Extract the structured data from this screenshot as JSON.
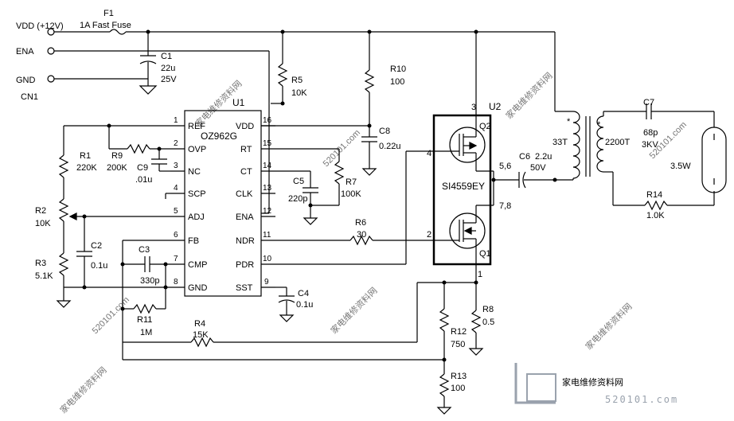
{
  "connector": {
    "ref": "CN1",
    "vdd": "VDD (+12V)",
    "ena": "ENA",
    "gnd": "GND"
  },
  "fuse": {
    "ref": "F1",
    "value": "1A Fast Fuse"
  },
  "ic_u1": {
    "ref": "U1",
    "part": "OZ962G",
    "left_pins": [
      {
        "num": "1",
        "name": "REF"
      },
      {
        "num": "2",
        "name": "OVP"
      },
      {
        "num": "3",
        "name": "NC"
      },
      {
        "num": "4",
        "name": "SCP"
      },
      {
        "num": "5",
        "name": "ADJ"
      },
      {
        "num": "6",
        "name": "FB"
      },
      {
        "num": "7",
        "name": "CMP"
      },
      {
        "num": "8",
        "name": "GND"
      }
    ],
    "right_pins": [
      {
        "num": "16",
        "name": "VDD"
      },
      {
        "num": "15",
        "name": "RT"
      },
      {
        "num": "14",
        "name": "CT"
      },
      {
        "num": "13",
        "name": "CLK"
      },
      {
        "num": "12",
        "name": "ENA"
      },
      {
        "num": "11",
        "name": "NDR"
      },
      {
        "num": "10",
        "name": "PDR"
      },
      {
        "num": "9",
        "name": "SST"
      }
    ]
  },
  "ic_u2": {
    "ref": "U2",
    "part": "SI4559EY",
    "q_top": "Q2",
    "q_bottom": "Q1",
    "pin3": "3",
    "pin4": "4",
    "pin56": "5,6",
    "pin2": "2",
    "pin78": "7,8",
    "pin1": "1"
  },
  "components": {
    "c1": {
      "ref": "C1",
      "v1": "22u",
      "v2": "25V"
    },
    "r5": {
      "ref": "R5",
      "value": "10K"
    },
    "r10": {
      "ref": "R10",
      "value": "100"
    },
    "c8": {
      "ref": "C8",
      "value": "0.22u"
    },
    "r1": {
      "ref": "R1",
      "value": "220K"
    },
    "r9": {
      "ref": "R9",
      "value": "200K"
    },
    "c9": {
      "ref": "C9",
      "value": ".01u"
    },
    "r7": {
      "ref": "R7",
      "value": "100K"
    },
    "c5": {
      "ref": "C5",
      "value": "220p"
    },
    "r2": {
      "ref": "R2",
      "value": "10K"
    },
    "c2": {
      "ref": "C2",
      "value": "0.1u"
    },
    "r3": {
      "ref": "R3",
      "value": "5.1K"
    },
    "c3": {
      "ref": "C3",
      "value": "330p"
    },
    "r11": {
      "ref": "R11",
      "value": "1M"
    },
    "r4": {
      "ref": "R4",
      "value": "15K"
    },
    "r6": {
      "ref": "R6",
      "value": "30"
    },
    "c4": {
      "ref": "C4",
      "value": "0.1u"
    },
    "c6": {
      "ref": "C6",
      "value": "2.2u",
      "v2": "50V"
    },
    "r8": {
      "ref": "R8",
      "value": "0.5"
    },
    "r12": {
      "ref": "R12",
      "value": "750"
    },
    "r13": {
      "ref": "R13",
      "value": "100"
    },
    "c7": {
      "ref": "C7",
      "value": "68p",
      "v2": "3KV"
    },
    "r14": {
      "ref": "R14",
      "value": "1.0K"
    },
    "t1": {
      "primary": "33T",
      "secondary": "2200T",
      "dot": "*"
    },
    "lamp": {
      "value": "3.5W"
    }
  },
  "watermark": {
    "text_cn": "家电维修资料网",
    "text_url": "520101.com",
    "logo_text": "家电维修资料网",
    "logo_url": "520101.com"
  },
  "colors": {
    "line": "#000000",
    "watermark": "#cfd3d8",
    "logo": "#9aa2ad"
  }
}
